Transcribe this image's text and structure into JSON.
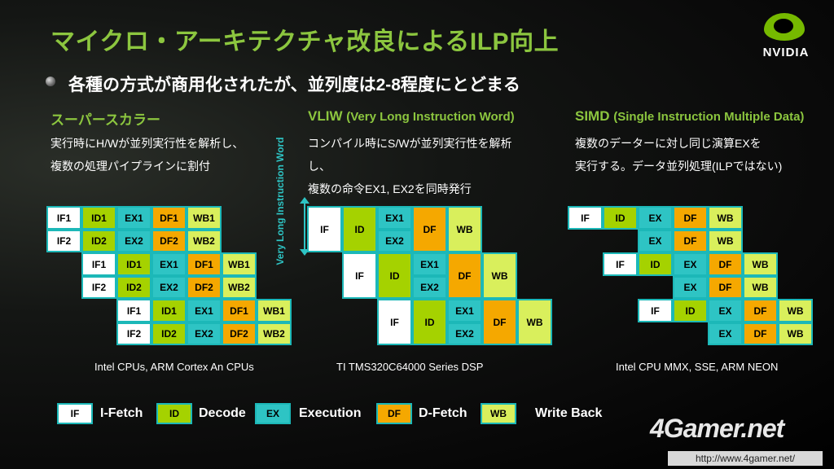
{
  "title": "マイクロ・アーキテクチャ改良によるILP向上",
  "logo_text": "NVIDIA",
  "subtitle": "各種の方式が商用化されたが、並列度は2-8程度にとどまる",
  "columns": [
    {
      "heading": "スーパースカラー",
      "heading_sub": "",
      "desc": [
        "実行時にH/Wが並列実行性を解析し、",
        "複数の処理パイプラインに割付"
      ],
      "caption": "Intel CPUs, ARM Cortex An CPUs"
    },
    {
      "heading": "VLIW",
      "heading_sub": "(Very Long Instruction Word)",
      "desc": [
        "コンパイル時にS/Wが並列実行性を解析",
        "し、",
        "複数の命令EX1, EX2を同時発行"
      ],
      "caption": "TI TMS320C64000 Series DSP"
    },
    {
      "heading": "SIMD",
      "heading_sub": "(Single Instruction Multiple Data)",
      "desc": [
        "複数のデーターに対し同じ演算EXを",
        "実行する。データ並列処理(ILPではない)"
      ],
      "caption": "Intel CPU MMX, SSE,   ARM NEON"
    }
  ],
  "vliw_axis_label": "Very Long Instruction Word",
  "superscalar_cells": [
    "IF1",
    "ID1",
    "EX1",
    "DF1",
    "WB1",
    "IF2",
    "ID2",
    "EX2",
    "DF2",
    "WB2",
    "IF1",
    "ID1",
    "EX1",
    "DF1",
    "WB1",
    "IF2",
    "ID2",
    "EX2",
    "DF2",
    "WB2",
    "IF1",
    "ID1",
    "EX1",
    "DF1",
    "WB1",
    "IF2",
    "ID2",
    "EX2",
    "DF2",
    "WB2"
  ],
  "vliw_cells": [
    "IF",
    "ID",
    "EX1",
    "EX2",
    "DF",
    "WB",
    "IF",
    "ID",
    "EX1",
    "EX2",
    "DF",
    "WB",
    "IF",
    "ID",
    "EX1",
    "EX2",
    "DF",
    "WB"
  ],
  "simd_cells": [
    "IF",
    "ID",
    "EX",
    "DF",
    "WB",
    "EX",
    "DF",
    "WB",
    "IF",
    "ID",
    "EX",
    "DF",
    "WB",
    "EX",
    "DF",
    "WB",
    "IF",
    "ID",
    "EX",
    "DF",
    "WB",
    "EX",
    "DF",
    "WB"
  ],
  "legend": [
    {
      "code": "IF",
      "label": "I-Fetch"
    },
    {
      "code": "ID",
      "label": "Decode"
    },
    {
      "code": "EX",
      "label": "Execution"
    },
    {
      "code": "DF",
      "label": "D-Fetch"
    },
    {
      "code": "WB",
      "label": "Write Back"
    }
  ],
  "watermark": "4Gamer.net",
  "watermark_url": "http://www.4gamer.net/"
}
